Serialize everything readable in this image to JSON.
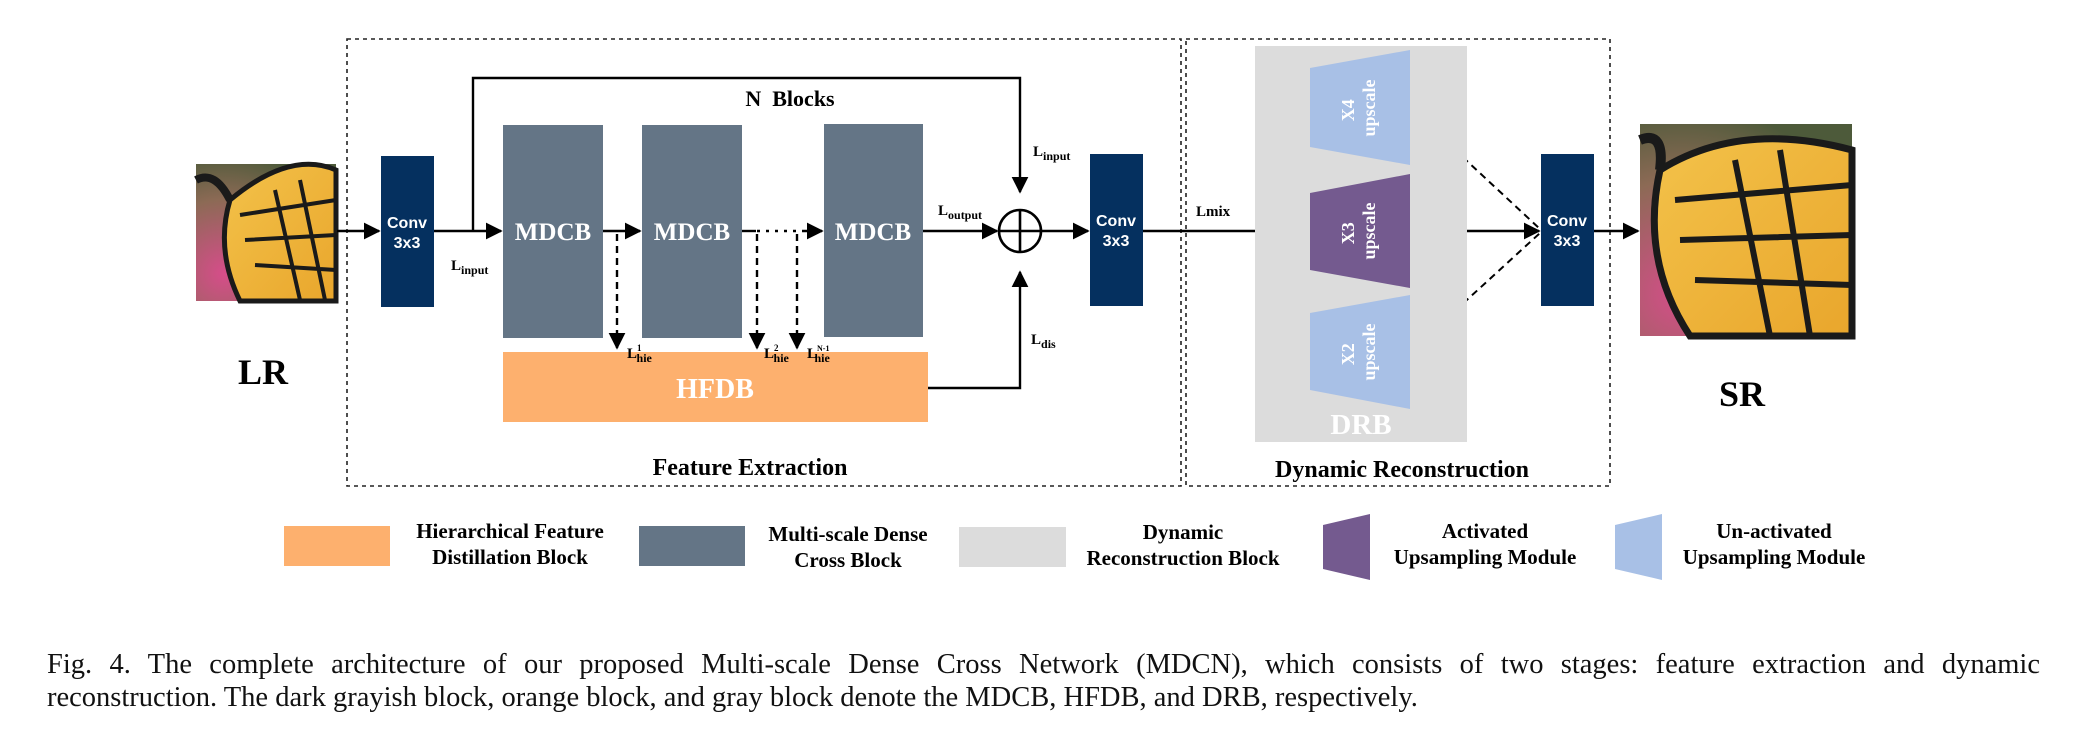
{
  "images": {
    "lr_label": "LR",
    "sr_label": "SR"
  },
  "conv": {
    "line1": "Conv",
    "line2": "3x3"
  },
  "mdcb_label": "MDCB",
  "hfdb_label": "HFDB",
  "drb_label": "DRB",
  "n_blocks_label": "N  Blocks",
  "ellipsis": "......",
  "signals": {
    "L": "L",
    "input_sub": "input",
    "output_sub": "output",
    "dis_sub": "dis",
    "hie_sub": "hie",
    "hie_sup_1": "1",
    "hie_sup_2": "2",
    "hie_sup_n": "N-1",
    "lmix": "Lmix"
  },
  "upscalers": [
    {
      "scale": "X4",
      "word": "upscale",
      "state": "un-activated"
    },
    {
      "scale": "X3",
      "word": "upscale",
      "state": "activated"
    },
    {
      "scale": "X2",
      "word": "upscale",
      "state": "un-activated"
    }
  ],
  "sections": {
    "feature_extraction": "Feature Extraction",
    "dynamic_reconstruction": "Dynamic Reconstruction"
  },
  "legend": [
    {
      "line1": "Hierarchical Feature",
      "line2": "Distillation Block",
      "swatch": "hfdb"
    },
    {
      "line1": "Multi-scale Dense",
      "line2": "Cross Block",
      "swatch": "mdcb"
    },
    {
      "line1": "Dynamic",
      "line2": "Reconstruction Block",
      "swatch": "drb"
    },
    {
      "line1": "Activated",
      "line2": "Upsampling Module",
      "swatch": "activated"
    },
    {
      "line1": "Un-activated",
      "line2": "Upsampling Module",
      "swatch": "unactivated"
    }
  ],
  "colors": {
    "conv": "#05305f",
    "mdcb": "#647586",
    "hfdb": "#fdb06e",
    "drb": "#dcdcdc",
    "activated": "#745a8f",
    "unactivated": "#a8c0e6"
  },
  "caption": {
    "line1": "Fig. 4.  The complete architecture of our proposed Multi-scale Dense Cross Network (MDCN), which consists of two stages: feature extraction and dynamic",
    "line2": "reconstruction. The dark grayish block, orange block, and gray block denote the MDCB, HFDB, and DRB, respectively."
  }
}
